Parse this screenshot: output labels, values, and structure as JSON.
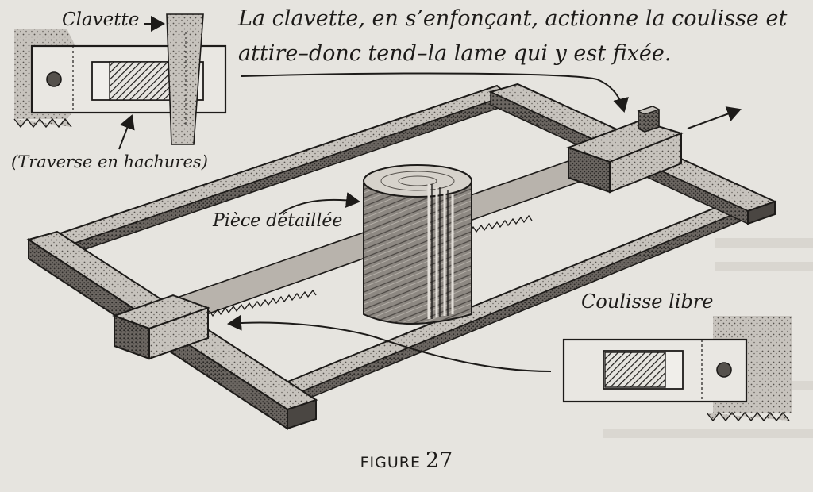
{
  "diagram": {
    "label_clavette": "Clavette",
    "caption_line1": "La clavette, en s’enfonçant, actionne la coulisse et",
    "caption_line2": "attire–donc tend–la lame qui y est fixée.",
    "label_traverse": "(Traverse en hachures)",
    "label_piece": "Pièce détaillée",
    "label_coulisse": "Coulisse libre",
    "figure_word": "FIGURE",
    "figure_number": "27"
  },
  "colors": {
    "paper": "#e6e4df",
    "ink": "#1d1b19",
    "wood_light": "#bdb8b1",
    "wood_dark": "#3b3835"
  }
}
